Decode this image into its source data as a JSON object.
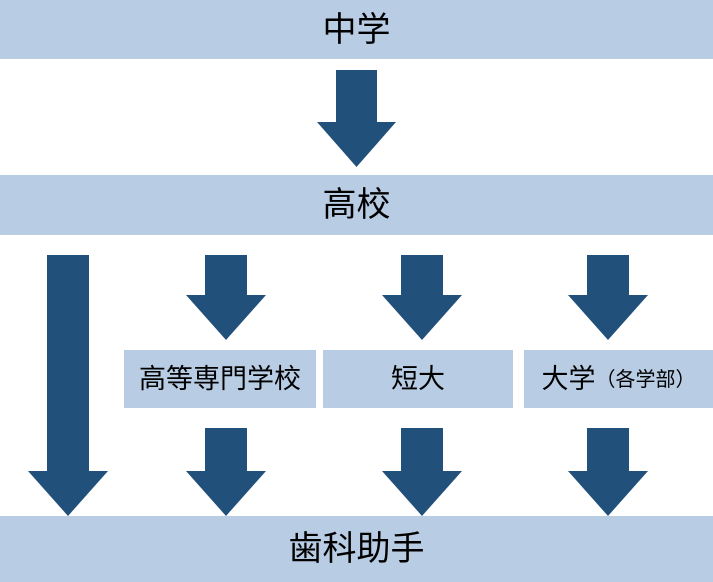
{
  "diagram": {
    "type": "flowchart",
    "orientation": "top-to-bottom",
    "colors": {
      "box_fill": "#b8cce4",
      "arrow_fill": "#21507b",
      "text": "#000000",
      "background": "#ffffff"
    },
    "nodes": [
      {
        "id": "junior-high",
        "label": "中学",
        "level": 0
      },
      {
        "id": "high-school",
        "label": "高校",
        "level": 1
      },
      {
        "id": "technical-college",
        "label": "高等専門学校",
        "level": 2
      },
      {
        "id": "junior-college",
        "label": "短大",
        "level": 2
      },
      {
        "id": "university",
        "label": "大学",
        "label_note": "（各学部）",
        "level": 2
      },
      {
        "id": "dental-assistant",
        "label": "歯科助手",
        "level": 3
      }
    ],
    "arrows": [
      {
        "id": "arrow-junior-high-to-high-school",
        "from": "junior-high",
        "to": "high-school"
      },
      {
        "id": "arrow-high-school-to-dental-assistant",
        "from": "high-school",
        "to": "dental-assistant"
      },
      {
        "id": "arrow-high-school-to-technical-college",
        "from": "high-school",
        "to": "technical-college"
      },
      {
        "id": "arrow-high-school-to-junior-college",
        "from": "high-school",
        "to": "junior-college"
      },
      {
        "id": "arrow-high-school-to-university",
        "from": "high-school",
        "to": "university"
      },
      {
        "id": "arrow-technical-college-to-dental-assistant",
        "from": "technical-college",
        "to": "dental-assistant"
      },
      {
        "id": "arrow-junior-college-to-dental-assistant",
        "from": "junior-college",
        "to": "dental-assistant"
      },
      {
        "id": "arrow-university-to-dental-assistant",
        "from": "university",
        "to": "dental-assistant"
      }
    ]
  }
}
